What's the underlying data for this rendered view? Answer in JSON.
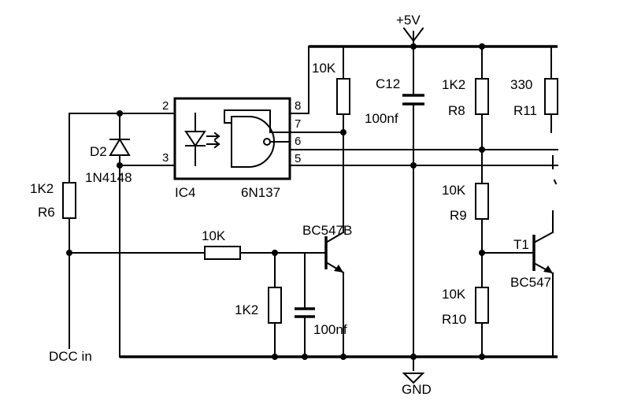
{
  "supply": {
    "vcc": "+5V",
    "gnd": "GND"
  },
  "input": {
    "label": "DCC in"
  },
  "optocoupler": {
    "ref": "IC4",
    "part": "6N137",
    "pins": {
      "p2": "2",
      "p3": "3",
      "p5": "5",
      "p6": "6",
      "p7": "7",
      "p8": "8"
    }
  },
  "diode": {
    "ref": "D2",
    "part": "1N4148"
  },
  "resistors": {
    "r6": {
      "value": "1K2",
      "ref": "R6"
    },
    "pullup": {
      "value": "10K"
    },
    "base_series": {
      "value": "10K"
    },
    "base_pulldown": {
      "value": "1K2"
    },
    "r8": {
      "value": "1K2",
      "ref": "R8"
    },
    "r9": {
      "value": "10K",
      "ref": "R9"
    },
    "r10": {
      "value": "10K",
      "ref": "R10"
    },
    "r11": {
      "value": "330",
      "ref": "R11"
    }
  },
  "capacitors": {
    "c12": {
      "ref": "C12",
      "value": "100nf"
    },
    "base_cap": {
      "value": "100nf"
    }
  },
  "transistors": {
    "q_input": {
      "part": "BC547B"
    },
    "t1": {
      "ref": "T1",
      "part": "BC547"
    }
  }
}
